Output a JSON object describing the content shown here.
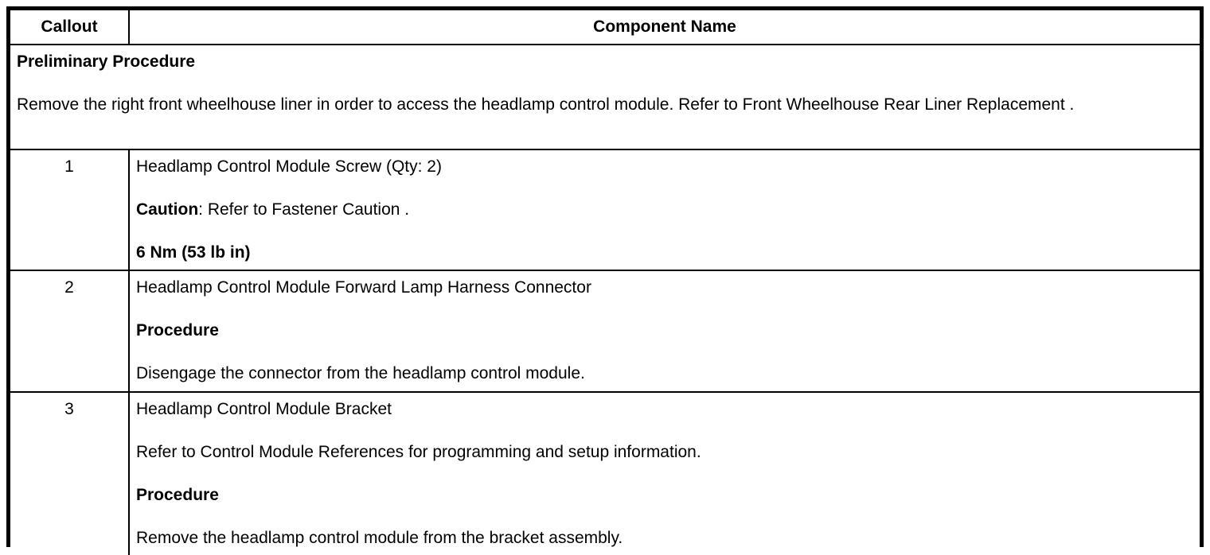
{
  "table": {
    "headers": {
      "callout": "Callout",
      "component": "Component Name"
    },
    "preliminary": {
      "title": "Preliminary Procedure",
      "body": "Remove the right front wheelhouse liner in order to access the headlamp control module. Refer to Front Wheelhouse Rear Liner Replacement ."
    },
    "rows": [
      {
        "callout": "1",
        "paragraphs": [
          {
            "text": "Headlamp Control Module Screw (Qty: 2)"
          },
          {
            "bold": "Caution",
            "text": ": Refer to Fastener Caution ."
          },
          {
            "bold": "6 Nm (53 lb in)"
          }
        ]
      },
      {
        "callout": "2",
        "paragraphs": [
          {
            "text": "Headlamp Control Module Forward Lamp Harness Connector"
          },
          {
            "bold": "Procedure"
          },
          {
            "text": "Disengage the connector from the headlamp control module."
          }
        ]
      },
      {
        "callout": "3",
        "paragraphs": [
          {
            "text": "Headlamp Control Module Bracket"
          },
          {
            "text": "Refer to Control Module References for programming and setup information."
          },
          {
            "bold": "Procedure"
          },
          {
            "text": "Remove the headlamp control module from the bracket assembly."
          }
        ]
      }
    ]
  },
  "colors": {
    "border": "#000000",
    "text": "#000000",
    "background": "#ffffff"
  }
}
